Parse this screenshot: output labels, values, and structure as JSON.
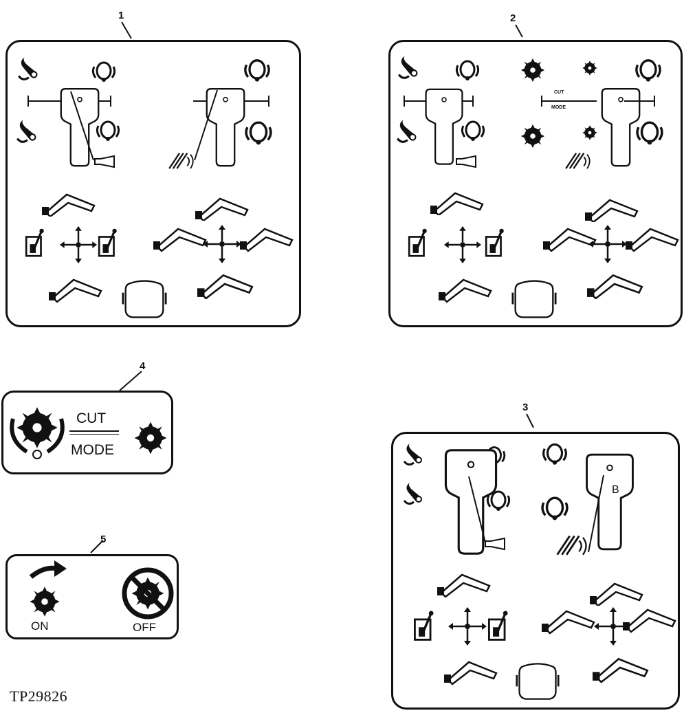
{
  "callouts": {
    "c1": "1",
    "c2": "2",
    "c3": "3",
    "c4": "4",
    "c5": "5"
  },
  "panel2": {
    "cut": "CUT",
    "mode": "MODE"
  },
  "panel4": {
    "cut": "CUT",
    "mode": "MODE"
  },
  "panel5": {
    "on": "ON",
    "off": "OFF"
  },
  "figure_id": "TP29826",
  "colors": {
    "ink": "#111111",
    "background": "#ffffff"
  },
  "icons": [
    "wrench-icon",
    "boom-swing-icon",
    "horn-icon",
    "joystick-icon",
    "saw-blade-icon",
    "crosshair-arrows-icon",
    "operator-seat-icon",
    "arm-boom-icon",
    "no-saw-icon",
    "arrow-right-icon"
  ]
}
